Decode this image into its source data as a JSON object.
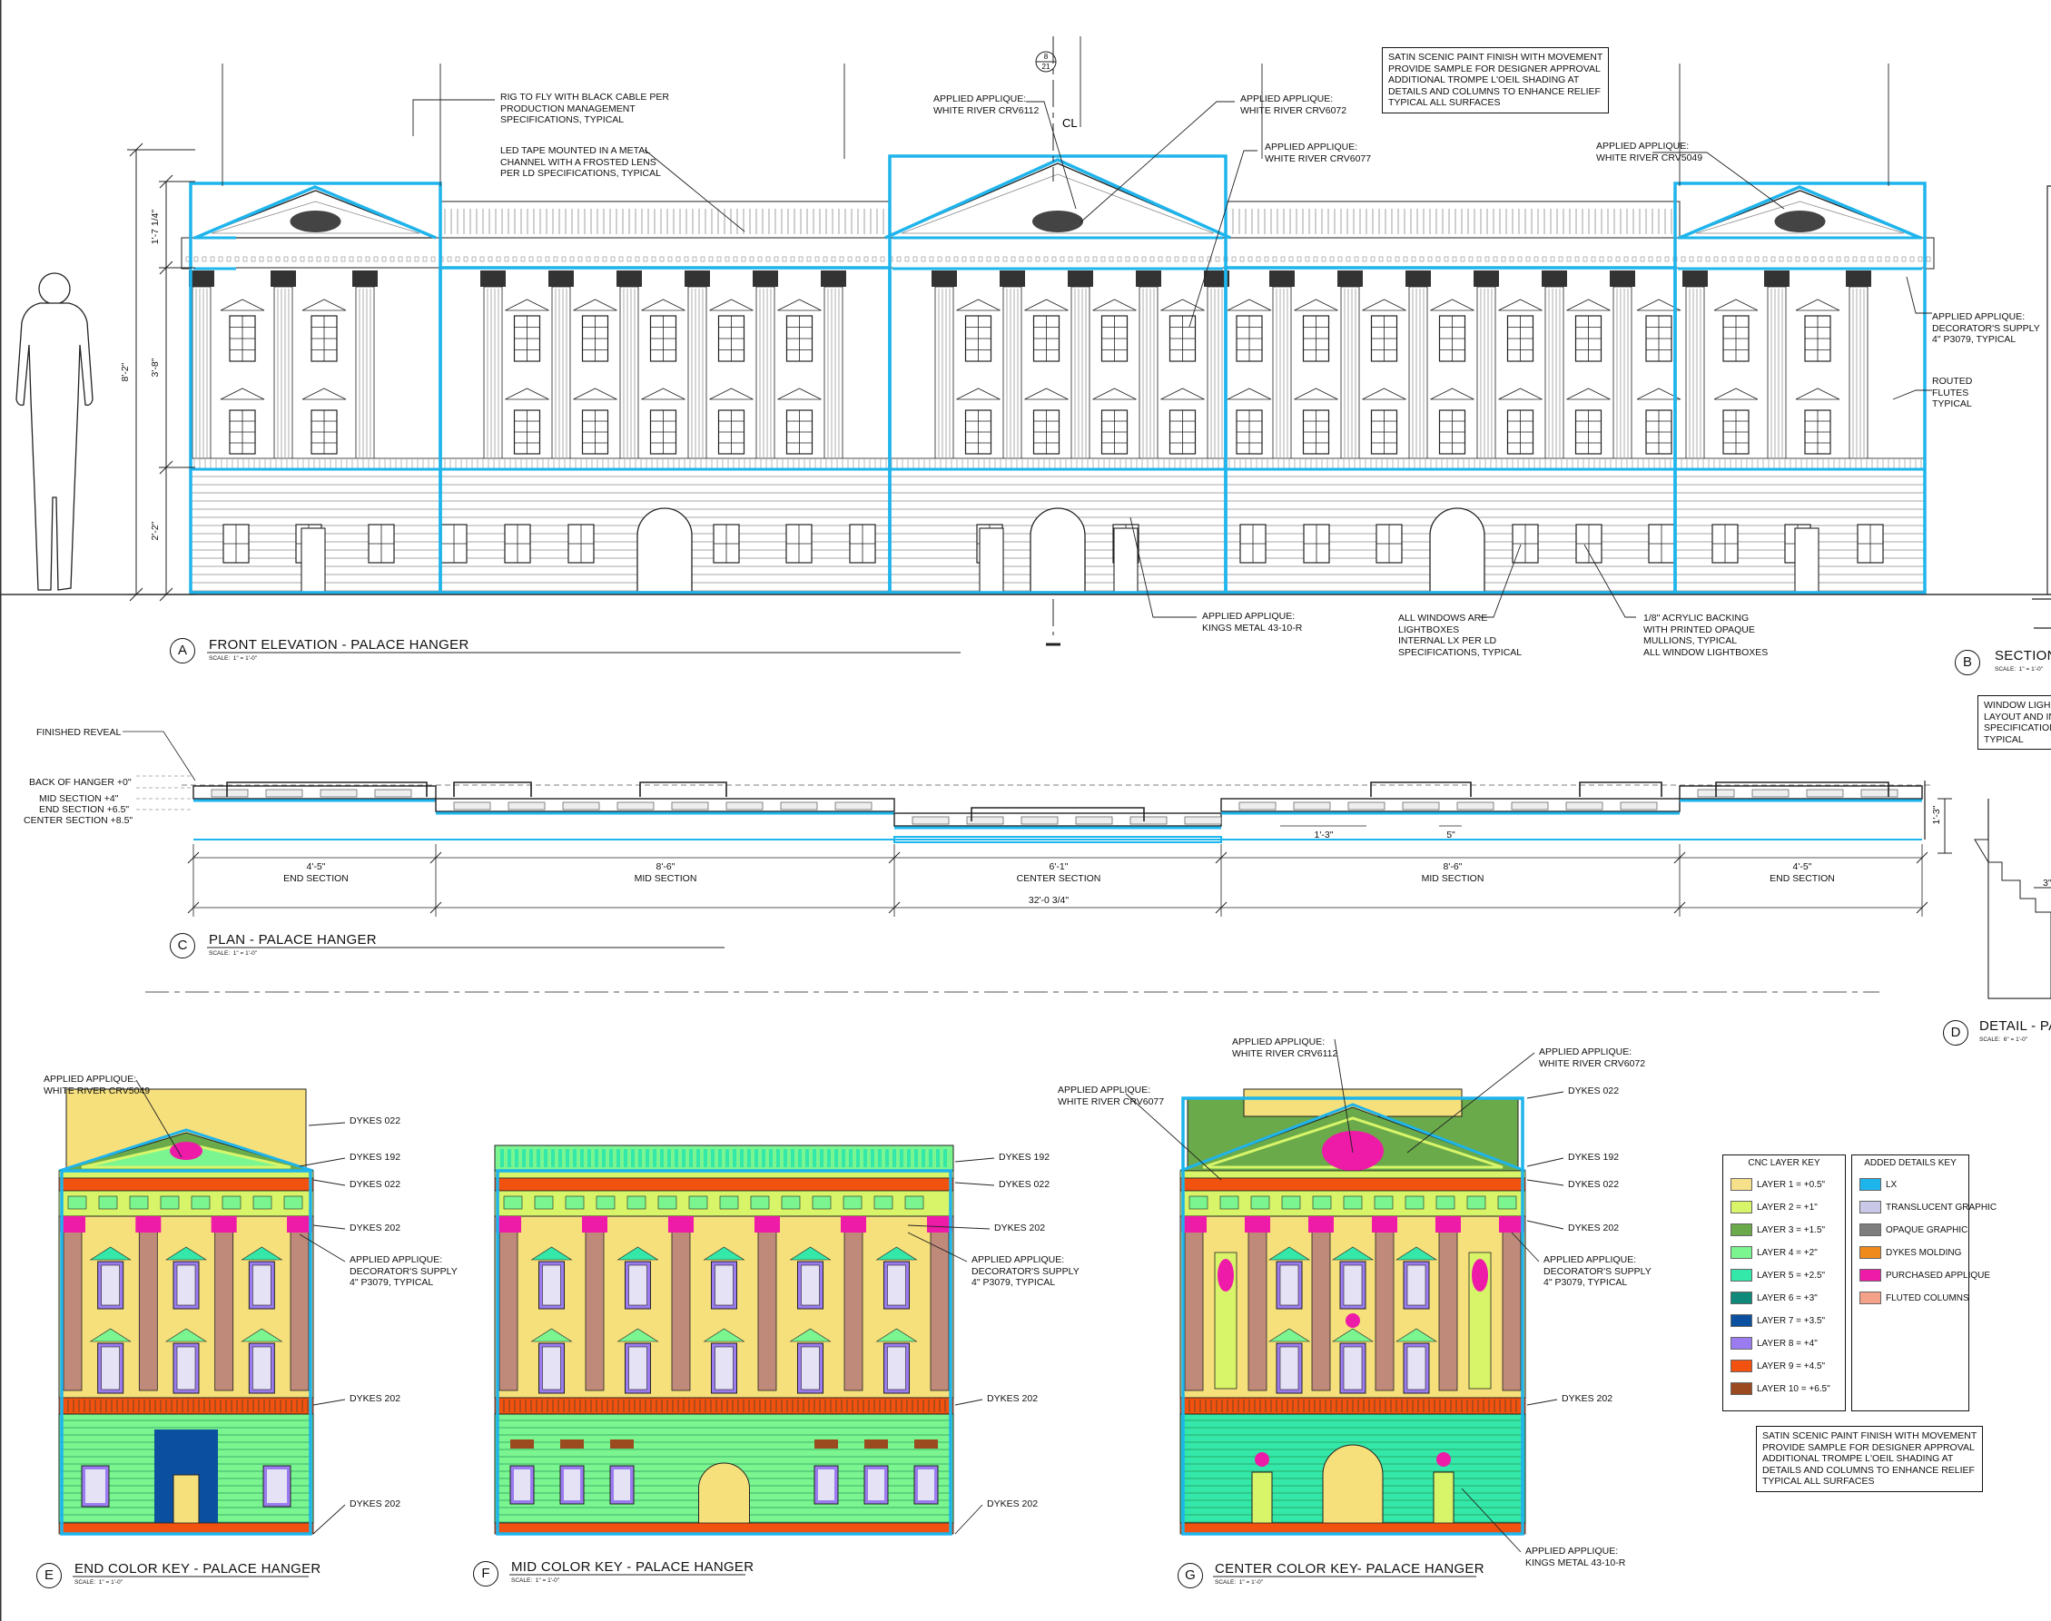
{
  "notes": {
    "rig_to_fly": "RIG TO FLY WITH BLACK CABLE PER\nPRODUCTION MANAGEMENT\nSPECIFICATIONS, TYPICAL",
    "led_tape": "LED TAPE MOUNTED IN A METAL\nCHANNEL WITH A FROSTED LENS\nPER LD SPECIFICATIONS, TYPICAL",
    "applique_6112": "APPLIED APPLIQUE:\nWHITE RIVER CRV6112",
    "applique_6072": "APPLIED APPLIQUE:\nWHITE RIVER CRV6072",
    "applique_6077": "APPLIED APPLIQUE:\nWHITE RIVER CRV6077",
    "applique_5049": "APPLIED APPLIQUE:\nWHITE RIVER CRV5049",
    "satin_top": "SATIN SCENIC PAINT FINISH WITH MOVEMENT\nPROVIDE SAMPLE FOR DESIGNER APPROVAL\nADDITIONAL TROMPE L'OEIL SHADING AT\nDETAILS AND COLUMNS TO ENHANCE RELIEF\nTYPICAL ALL SURFACES",
    "decorators_supply": "APPLIED APPLIQUE:\nDECORATOR'S SUPPLY\n4\" P3079, TYPICAL",
    "routed_flutes": "ROUTED\nFLUTES\nTYPICAL",
    "kings_metal": "APPLIED APPLIQUE:\nKINGS METAL 43-10-R",
    "windows_lightboxes": "ALL WINDOWS ARE\nLIGHTBOXES\nINTERNAL LX PER LD\nSPECIFICATIONS, TYPICAL",
    "acrylic_backing": "1/8\" ACRYLIC BACKING\nWITH PRINTED OPAQUE\nMULLIONS, TYPICAL\nALL WINDOW LIGHTBOXES",
    "window_light": "WINDOW LIGH\nLAYOUT AND IN\nSPECIFICATION\nTYPICAL",
    "finished_reveal": "FINISHED REVEAL",
    "back_of_hanger": "BACK OF HANGER +0\"",
    "mid_section": "MID SECTION +4\"",
    "end_section": "END SECTION +6.5\"",
    "center_section": "CENTER SECTION +8.5\"",
    "satin_bottom": "SATIN SCENIC PAINT FINISH WITH MOVEMENT\nPROVIDE SAMPLE FOR DESIGNER APPROVAL\nADDITIONAL TROMPE L'OEIL SHADING AT\nDETAILS AND COLUMNS TO ENHANCE RELIEF\nTYPICAL ALL SURFACES",
    "cl": "CL",
    "callout_top": "8",
    "callout_bot": "21"
  },
  "views": {
    "a": {
      "letter": "A",
      "title": "FRONT ELEVATION - PALACE HANGER",
      "scale": "SCALE:  1\" = 1'-0\""
    },
    "b": {
      "letter": "B",
      "title": "SECTION",
      "scale": "SCALE:  1\" = 1'-0\""
    },
    "c": {
      "letter": "C",
      "title": "PLAN - PALACE HANGER",
      "scale": "SCALE:  1\" = 1'-0\""
    },
    "d": {
      "letter": "D",
      "title": "DETAIL - PA",
      "scale": "SCALE:  6\" = 1'-0\""
    },
    "e": {
      "letter": "E",
      "title": "END COLOR KEY - PALACE HANGER",
      "scale": "SCALE:  1\" = 1'-0\""
    },
    "f": {
      "letter": "F",
      "title": "MID COLOR KEY - PALACE HANGER",
      "scale": "SCALE:  1\" = 1'-0\""
    },
    "g": {
      "letter": "G",
      "title": "CENTER COLOR KEY- PALACE HANGER",
      "scale": "SCALE:  1\" = 1'-0\""
    }
  },
  "dimensions": {
    "h_top": "1'-7 1/4\"",
    "h_mid": "3'-8\"",
    "h_bot": "2'-2\"",
    "h_total": "8'-2\"",
    "plan_end_left": "4'-5\"\nEND SECTION",
    "plan_mid_left": "8'-6\"\nMID SECTION",
    "plan_center": "6'-1\"\nCENTER SECTION",
    "plan_mid_right": "8'-6\"\nMID SECTION",
    "plan_end_right": "4'-5\"\nEND SECTION",
    "plan_total": "32'-0 3/4\"",
    "plan_1_3": "1'-3\"",
    "plan_5": "5\"",
    "plan_side": "1'-3\"",
    "detail_3": "3\""
  },
  "color_notes": {
    "e_5049": "APPLIED APPLIQUE:\nWHITE RIVER CRV5049",
    "e_d022a": "DYKES 022",
    "e_d192": "DYKES 192",
    "e_d022b": "DYKES 022",
    "e_d202a": "DYKES 202",
    "e_dec": "APPLIED APPLIQUE:\nDECORATOR'S SUPPLY\n4\" P3079, TYPICAL",
    "e_d202b": "DYKES 202",
    "e_d202c": "DYKES 202",
    "f_d192": "DYKES 192",
    "f_d022": "DYKES 022",
    "f_d202a": "DYKES 202",
    "f_dec": "APPLIED APPLIQUE:\nDECORATOR'S SUPPLY\n4\" P3079, TYPICAL",
    "f_d202b": "DYKES 202",
    "f_d202c": "DYKES 202",
    "g_6112": "APPLIED APPLIQUE:\nWHITE RIVER CRV6112",
    "g_6072": "APPLIED APPLIQUE:\nWHITE RIVER CRV6072",
    "g_6077": "APPLIED APPLIQUE:\nWHITE RIVER CRV6077",
    "g_d022a": "DYKES 022",
    "g_d192": "DYKES 192",
    "g_d022b": "DYKES 022",
    "g_d202a": "DYKES 202",
    "g_dec": "APPLIED APPLIQUE:\nDECORATOR'S SUPPLY\n4\" P3079, TYPICAL",
    "g_d202b": "DYKES 202",
    "g_kings": "APPLIED APPLIQUE:\nKINGS METAL 43-10-R"
  },
  "cnc_key": {
    "title": "CNC LAYER KEY",
    "items": [
      {
        "label": "LAYER 1 = +0.5\"",
        "color": "#f7e08a"
      },
      {
        "label": "LAYER 2 = +1\"",
        "color": "#d8f56a"
      },
      {
        "label": "LAYER 3 = +1.5\"",
        "color": "#6aaa4a"
      },
      {
        "label": "LAYER 4 = +2\"",
        "color": "#7bf590"
      },
      {
        "label": "LAYER 5 = +2.5\"",
        "color": "#33e8a8"
      },
      {
        "label": "LAYER 6 = +3\"",
        "color": "#0f8a7a"
      },
      {
        "label": "LAYER 7 = +3.5\"",
        "color": "#0b4fa0"
      },
      {
        "label": "LAYER 8 = +4\"",
        "color": "#9b7cf0"
      },
      {
        "label": "LAYER 9 = +4.5\"",
        "color": "#f2520f"
      },
      {
        "label": "LAYER 10 = +6.5\"",
        "color": "#9a4a1e"
      }
    ]
  },
  "added_key": {
    "title": "ADDED DETAILS KEY",
    "items": [
      {
        "label": "LX",
        "color": "#1eb4ec"
      },
      {
        "label": "TRANSLUCENT GRAPHIC",
        "color": "#c9c8e6"
      },
      {
        "label": "OPAQUE GRAPHIC",
        "color": "#7d7d7d"
      },
      {
        "label": "DYKES MOLDING",
        "color": "#f08a1c"
      },
      {
        "label": "PURCHASED APPLIQUE",
        "color": "#ee1aa8"
      },
      {
        "label": "FLUTED COLUMNS",
        "color": "#f4a189"
      }
    ]
  },
  "colors": {
    "lx": "#1eb4ec",
    "line": "#222222",
    "grey": "#8a8a8a",
    "column": "#c08a7a",
    "magenta": "#ee1aa8",
    "wall": "#f5e07c",
    "green": "#7bf590",
    "teal": "#33e8a8",
    "lime": "#d8f56a",
    "orange": "#f2520f",
    "brown": "#9a4a1e",
    "purple": "#9b7cf0",
    "dark": "#6aaa4a"
  }
}
